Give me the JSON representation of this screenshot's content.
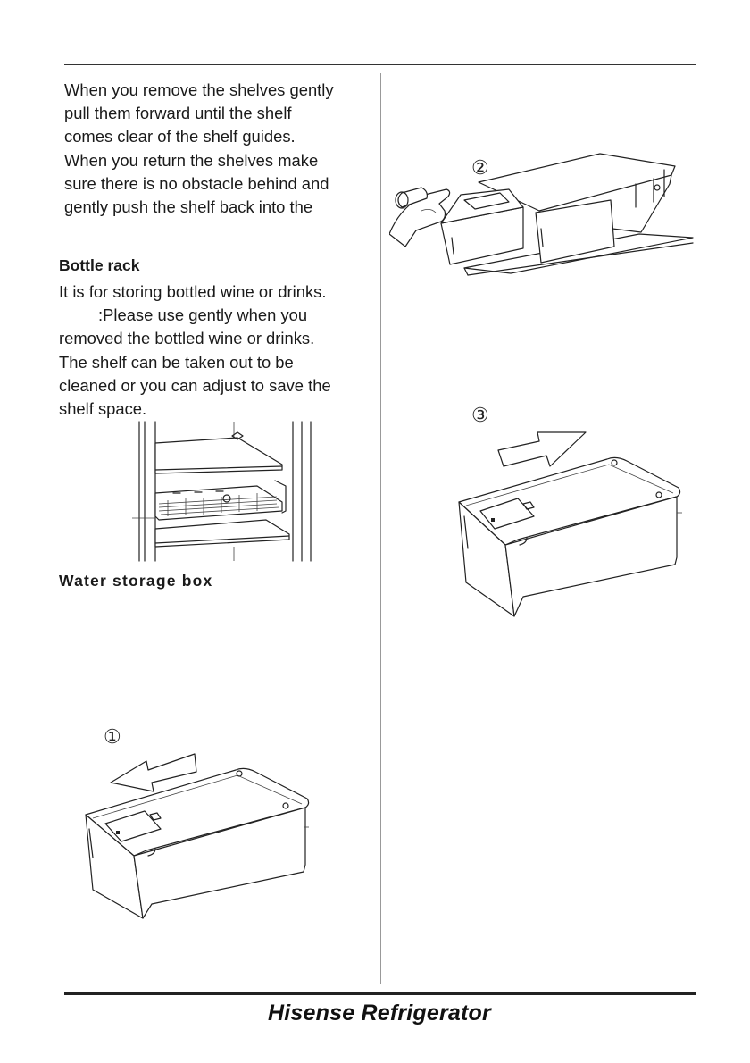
{
  "intro": {
    "lines": [
      "When you remove the shelves  gently",
      "pull them forward until the shelf",
      "comes clear of the shelf guides.",
      "When you return the shelves  make",
      "sure there is no obstacle behind and",
      "gently push the shelf back into the"
    ]
  },
  "bottle_rack": {
    "heading": "Bottle rack",
    "lines": [
      "It is for storing bottled wine or drinks.",
      ":Please use gently when you",
      "removed the bottled wine or drinks.",
      "The shelf can be taken out to be",
      "cleaned or you can adjust to save the",
      "shelf space."
    ]
  },
  "water_box": {
    "heading": "Water storage box"
  },
  "steps": {
    "one": "①",
    "two": "②",
    "three": "③"
  },
  "footer": {
    "brand": "Hisense Refrigerator"
  }
}
